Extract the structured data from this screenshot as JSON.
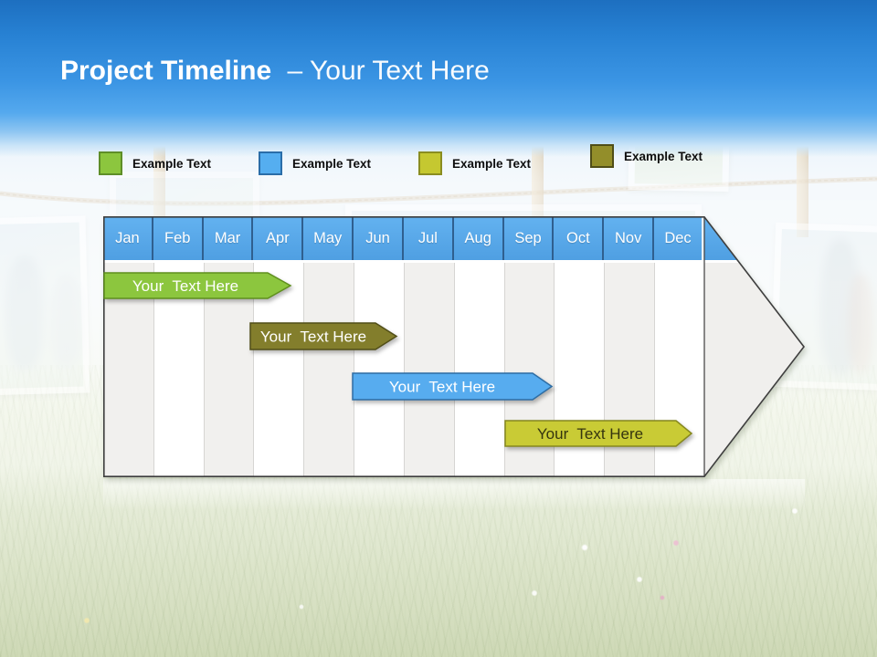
{
  "slide": {
    "title": {
      "bold": "Project Timeline",
      "regular": "– Your Text Here"
    }
  },
  "legend": {
    "items": [
      {
        "label": "Example Text",
        "color": "#8CC63E",
        "border": "#5E8E28"
      },
      {
        "label": "Example Text",
        "color": "#55AEF0",
        "border": "#2A6DA8"
      },
      {
        "label": "Example Text",
        "color": "#C5C830",
        "border": "#8A8D20"
      },
      {
        "label": "Example Text",
        "color": "#938E2A",
        "border": "#4F4D17"
      }
    ]
  },
  "timeline": {
    "months": [
      "Jan",
      "Feb",
      "Mar",
      "Apr",
      "May",
      "Jun",
      "Jul",
      "Aug",
      "Sep",
      "Oct",
      "Nov",
      "Dec"
    ],
    "header_color": "#58A8EA",
    "header_text_color": "#FFFFFF",
    "stripe_colors": [
      "#F1F0EE",
      "#FFFFFF"
    ],
    "bars": [
      {
        "label": "Your  Text Here",
        "color": "#8CC63E",
        "border": "#5F8F1E",
        "text_color": "#FFFFFF"
      },
      {
        "label": "Your  Text Here",
        "color": "#837E2C",
        "border": "#514E18",
        "text_color": "#FFFFFF"
      },
      {
        "label": "Your  Text Here",
        "color": "#57ACEF",
        "border": "#2E6DA4",
        "text_color": "#FFFFFF"
      },
      {
        "label": "Your  Text Here",
        "color": "#C9CB35",
        "border": "#86881E",
        "text_color": "#35350F"
      }
    ]
  },
  "chart_data": {
    "type": "bar",
    "subtype": "gantt-timeline",
    "title": "Project Timeline – Your Text Here",
    "categories": [
      "Jan",
      "Feb",
      "Mar",
      "Apr",
      "May",
      "Jun",
      "Jul",
      "Aug",
      "Sep",
      "Oct",
      "Nov",
      "Dec"
    ],
    "x_range": [
      1,
      13
    ],
    "grid": "vertical month columns, alternating stripes",
    "legend_position": "top",
    "legend_entries": [
      "Example Text",
      "Example Text",
      "Example Text",
      "Example Text"
    ],
    "series": [
      {
        "name": "green-bar",
        "label": "Your Text Here",
        "row": 1,
        "start_month": 1.0,
        "end_month": 4.75,
        "color": "#8CC63E"
      },
      {
        "name": "olive-bar",
        "label": "Your Text Here",
        "row": 2,
        "start_month": 3.9,
        "end_month": 6.9,
        "color": "#837E2C"
      },
      {
        "name": "blue-bar",
        "label": "Your Text Here",
        "row": 3,
        "start_month": 6.0,
        "end_month": 9.95,
        "color": "#57ACEF"
      },
      {
        "name": "yellow-bar",
        "label": "Your Text Here",
        "row": 4,
        "start_month": 9.0,
        "end_month": 12.75,
        "color": "#C9CB35"
      }
    ]
  }
}
